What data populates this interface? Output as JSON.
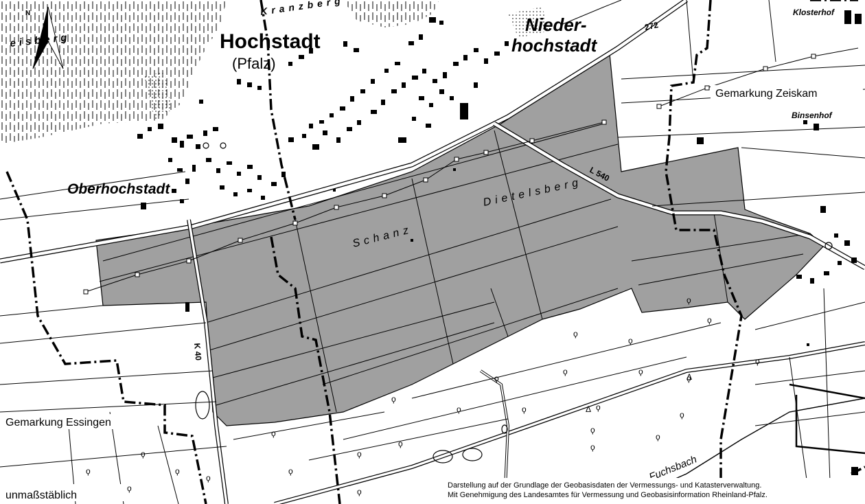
{
  "map": {
    "places": {
      "hochstadt": "Hochstadt",
      "pfalz": "(Pfalz)",
      "nieder_line1": "Nieder-",
      "nieder_line2": "hochstadt",
      "oberhochstadt": "Oberhochstadt",
      "klosterhof": "Klosterhof",
      "binsenhof": "Binsenhof",
      "eisberg_partial": "eisberg",
      "kranzberg_partial": "Kranzberg"
    },
    "field_names": {
      "dietelsberg": "Dietelsberg",
      "schanz": "Schanz"
    },
    "roads": {
      "b272": "272",
      "l540": "L 540",
      "k40": "K 40"
    },
    "waters": {
      "fuchsbach": "Fuchsbach"
    },
    "districts": {
      "zeiskam": "Gemarkung Zeiskam",
      "essingen": "Gemarkung Essingen"
    },
    "north_label": "N",
    "scale_note": "unmaßstäblich",
    "attribution": {
      "line1": "Darstellung auf der Grundlage der Geobasisdaten der Vermessungs- und Katasterverwaltung.",
      "line2": "Mit Genehmigung des Landesamtes für Vermessung und Geobasisinformation Rheinland-Pfalz."
    },
    "colors": {
      "area_fill": "#a0a0a0",
      "line": "#000000",
      "background": "#ffffff"
    }
  }
}
